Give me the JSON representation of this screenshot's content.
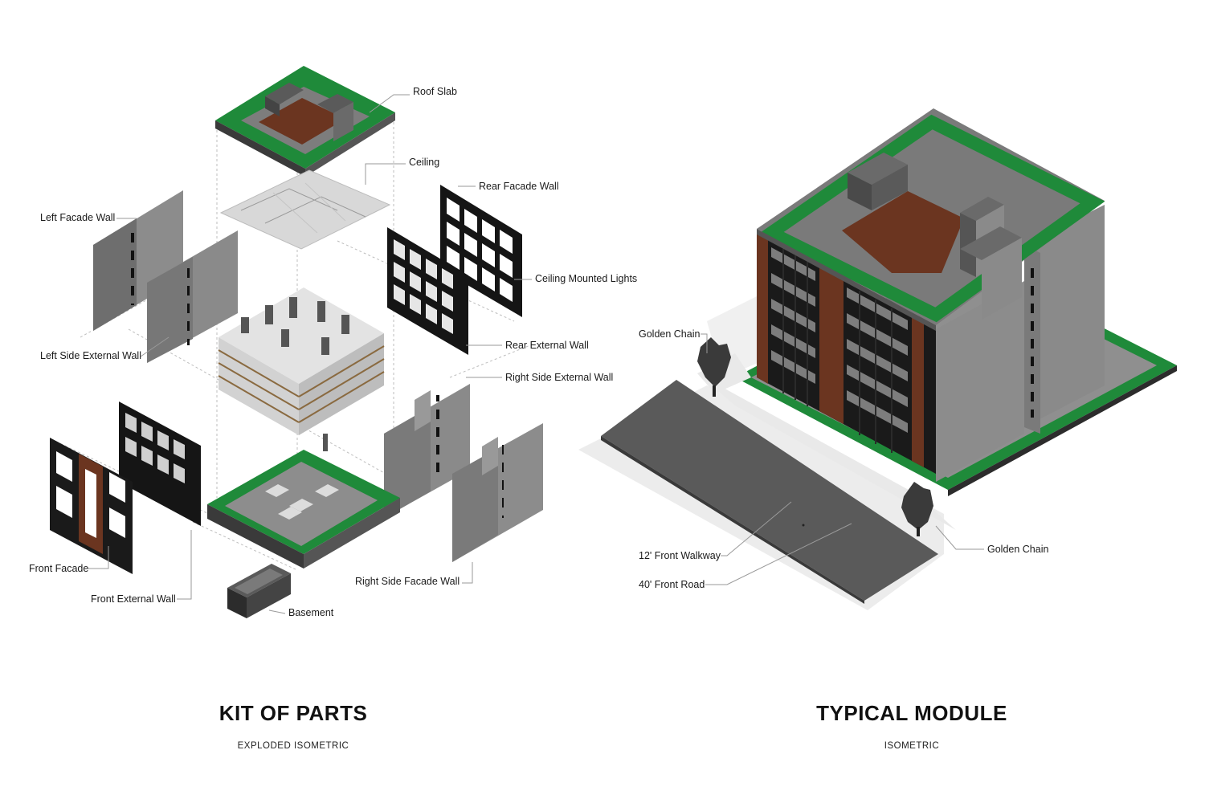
{
  "left_panel": {
    "title": "KIT OF PARTS",
    "subtitle": "EXPLODED ISOMETRIC",
    "labels": {
      "roof_slab": "Roof Slab",
      "ceiling": "Ceiling",
      "rear_facade_wall": "Rear Facade Wall",
      "left_facade_wall": "Left Facade Wall",
      "ceiling_mounted_lights": "Ceiling Mounted Lights",
      "left_side_external_wall": "Left Side External Wall",
      "rear_external_wall": "Rear External Wall",
      "right_side_external_wall": "Right Side External Wall",
      "front_facade": "Front Facade",
      "front_external_wall": "Front External Wall",
      "right_side_facade_wall": "Right Side Facade Wall",
      "basement": "Basement"
    }
  },
  "right_panel": {
    "title": "TYPICAL MODULE",
    "subtitle": "ISOMETRIC",
    "labels": {
      "golden_chain_top": "Golden Chain",
      "front_walkway": "12' Front Walkway",
      "front_road": "40' Front Road",
      "golden_chain_bottom": "Golden Chain"
    }
  },
  "colors": {
    "green": "#1f8a3a",
    "wall_gray": "#8c8c8c",
    "dark_gray": "#5e5e5e",
    "brown": "#6b3520",
    "window_black": "#151515",
    "road": "#5a5a5a"
  }
}
